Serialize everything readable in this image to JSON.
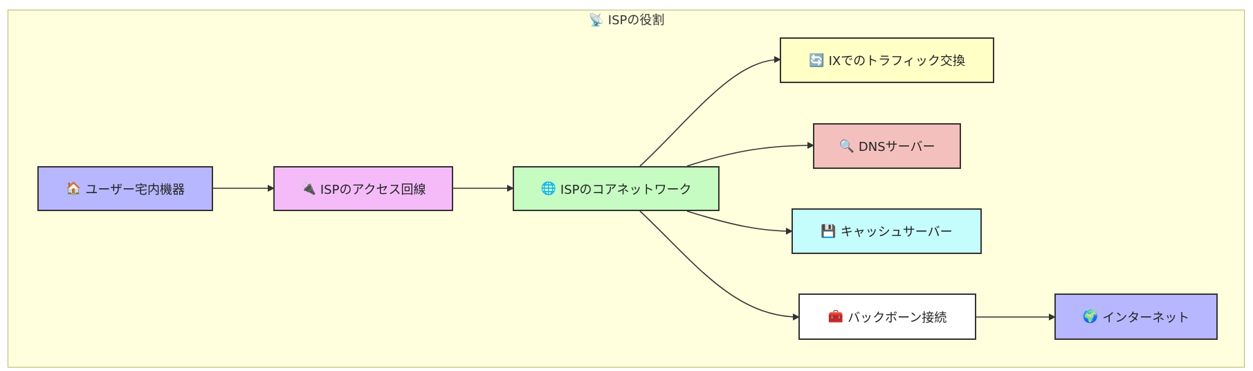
{
  "diagram": {
    "title": "ISPの役割",
    "title_icon": "satellite-dish-icon",
    "nodes": [
      {
        "id": "user",
        "icon": "🏠",
        "icon_name": "house-icon",
        "label": "ユーザー宅内機器",
        "color": "#b7b7ff"
      },
      {
        "id": "access",
        "icon": "🔌",
        "icon_name": "plug-icon",
        "label": "ISPのアクセス回線",
        "color": "#f5bbf9"
      },
      {
        "id": "core",
        "icon": "🌐",
        "icon_name": "globe-icon",
        "label": "ISPのコアネットワーク",
        "color": "#c6fcc2"
      },
      {
        "id": "ix",
        "icon": "🔄",
        "icon_name": "sync-icon",
        "label": "IXでのトラフィック交換",
        "color": "#ffffc6"
      },
      {
        "id": "dns",
        "icon": "🔍",
        "icon_name": "magnifier-icon",
        "label": "DNSサーバー",
        "color": "#f4c0bd"
      },
      {
        "id": "cache",
        "icon": "💾",
        "icon_name": "floppy-disk-icon",
        "label": "キャッシュサーバー",
        "color": "#c5fcfc"
      },
      {
        "id": "backbone",
        "icon": "🧰",
        "icon_name": "toolbox-icon",
        "label": "バックボーン接続",
        "color": "#ffffff"
      },
      {
        "id": "internet",
        "icon": "🌍",
        "icon_name": "earth-icon",
        "label": "インターネット",
        "color": "#b7b7ff"
      }
    ],
    "edges": [
      {
        "from": "user",
        "to": "access"
      },
      {
        "from": "access",
        "to": "core"
      },
      {
        "from": "core",
        "to": "ix"
      },
      {
        "from": "core",
        "to": "dns"
      },
      {
        "from": "core",
        "to": "cache"
      },
      {
        "from": "core",
        "to": "backbone"
      },
      {
        "from": "backbone",
        "to": "internet"
      }
    ]
  }
}
